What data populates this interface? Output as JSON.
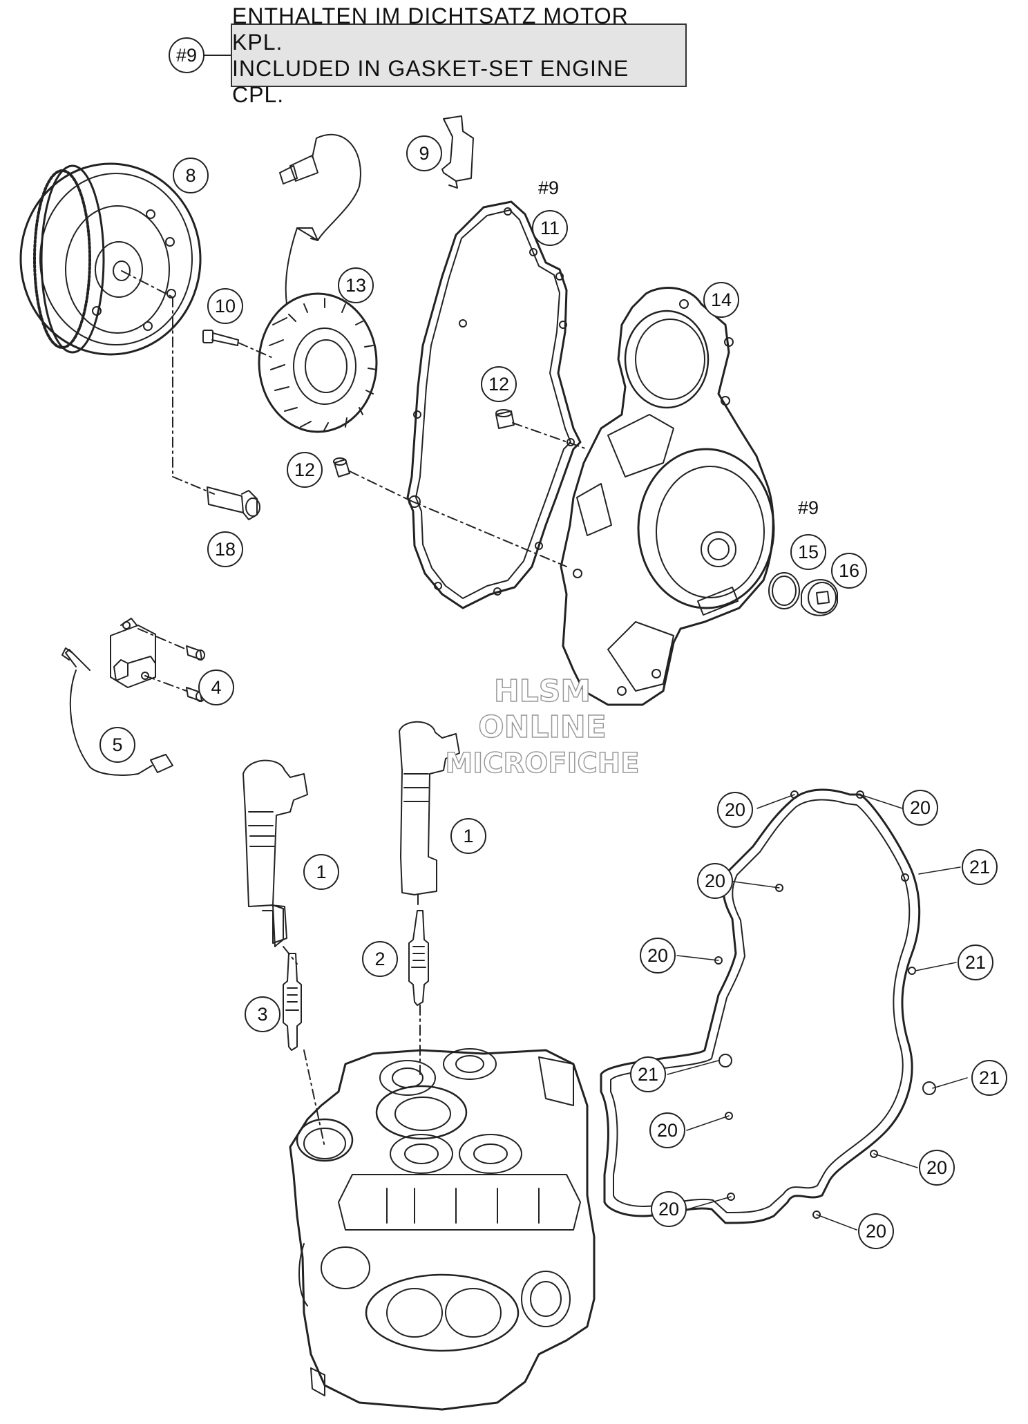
{
  "note": {
    "ref": "#9",
    "line1": "ENTHALTEN IM DICHTSATZ MOTOR KPL.",
    "line2": "INCLUDED IN GASKET-SET ENGINE CPL."
  },
  "watermark": {
    "line1": "HLSM",
    "line2": "ONLINE",
    "line3": "MICROFICHE"
  },
  "callouts": [
    {
      "id": "c-8",
      "label": "8"
    },
    {
      "id": "c-9",
      "label": "9"
    },
    {
      "id": "c-h9a",
      "label": "#9"
    },
    {
      "id": "c-11",
      "label": "11"
    },
    {
      "id": "c-10",
      "label": "10"
    },
    {
      "id": "c-13",
      "label": "13"
    },
    {
      "id": "c-14",
      "label": "14"
    },
    {
      "id": "c-12a",
      "label": "12"
    },
    {
      "id": "c-12b",
      "label": "12"
    },
    {
      "id": "c-18",
      "label": "18"
    },
    {
      "id": "c-h9b",
      "label": "#9"
    },
    {
      "id": "c-15",
      "label": "15"
    },
    {
      "id": "c-16",
      "label": "16"
    },
    {
      "id": "c-4",
      "label": "4"
    },
    {
      "id": "c-5",
      "label": "5"
    },
    {
      "id": "c-1a",
      "label": "1"
    },
    {
      "id": "c-1b",
      "label": "1"
    },
    {
      "id": "c-2",
      "label": "2"
    },
    {
      "id": "c-3",
      "label": "3"
    },
    {
      "id": "c-20a",
      "label": "20"
    },
    {
      "id": "c-20b",
      "label": "20"
    },
    {
      "id": "c-21a",
      "label": "21"
    },
    {
      "id": "c-20c",
      "label": "20"
    },
    {
      "id": "c-20d",
      "label": "20"
    },
    {
      "id": "c-21b",
      "label": "21"
    },
    {
      "id": "c-21c",
      "label": "21"
    },
    {
      "id": "c-21d",
      "label": "21"
    },
    {
      "id": "c-20e",
      "label": "20"
    },
    {
      "id": "c-20f",
      "label": "20"
    },
    {
      "id": "c-20g",
      "label": "20"
    },
    {
      "id": "c-20h",
      "label": "20"
    }
  ]
}
